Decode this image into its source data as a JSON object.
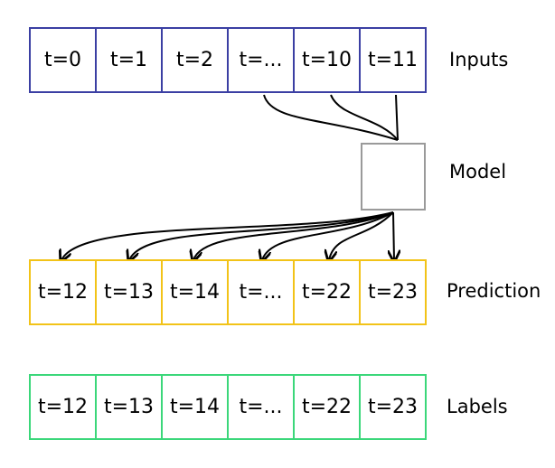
{
  "inputs": {
    "label": "Inputs",
    "color": "#3b3fa3",
    "cells": [
      "t=0",
      "t=1",
      "t=2",
      "t=...",
      "t=10",
      "t=11"
    ]
  },
  "model": {
    "label": "Model",
    "color": "#9a9a9a"
  },
  "prediction": {
    "label": "Prediction",
    "color": "#f2c318",
    "cells": [
      "t=12",
      "t=13",
      "t=14",
      "t=...",
      "t=22",
      "t=23"
    ]
  },
  "labels": {
    "label": "Labels",
    "color": "#3bd77a",
    "cells": [
      "t=12",
      "t=13",
      "t=14",
      "t=...",
      "t=22",
      "t=23"
    ]
  }
}
